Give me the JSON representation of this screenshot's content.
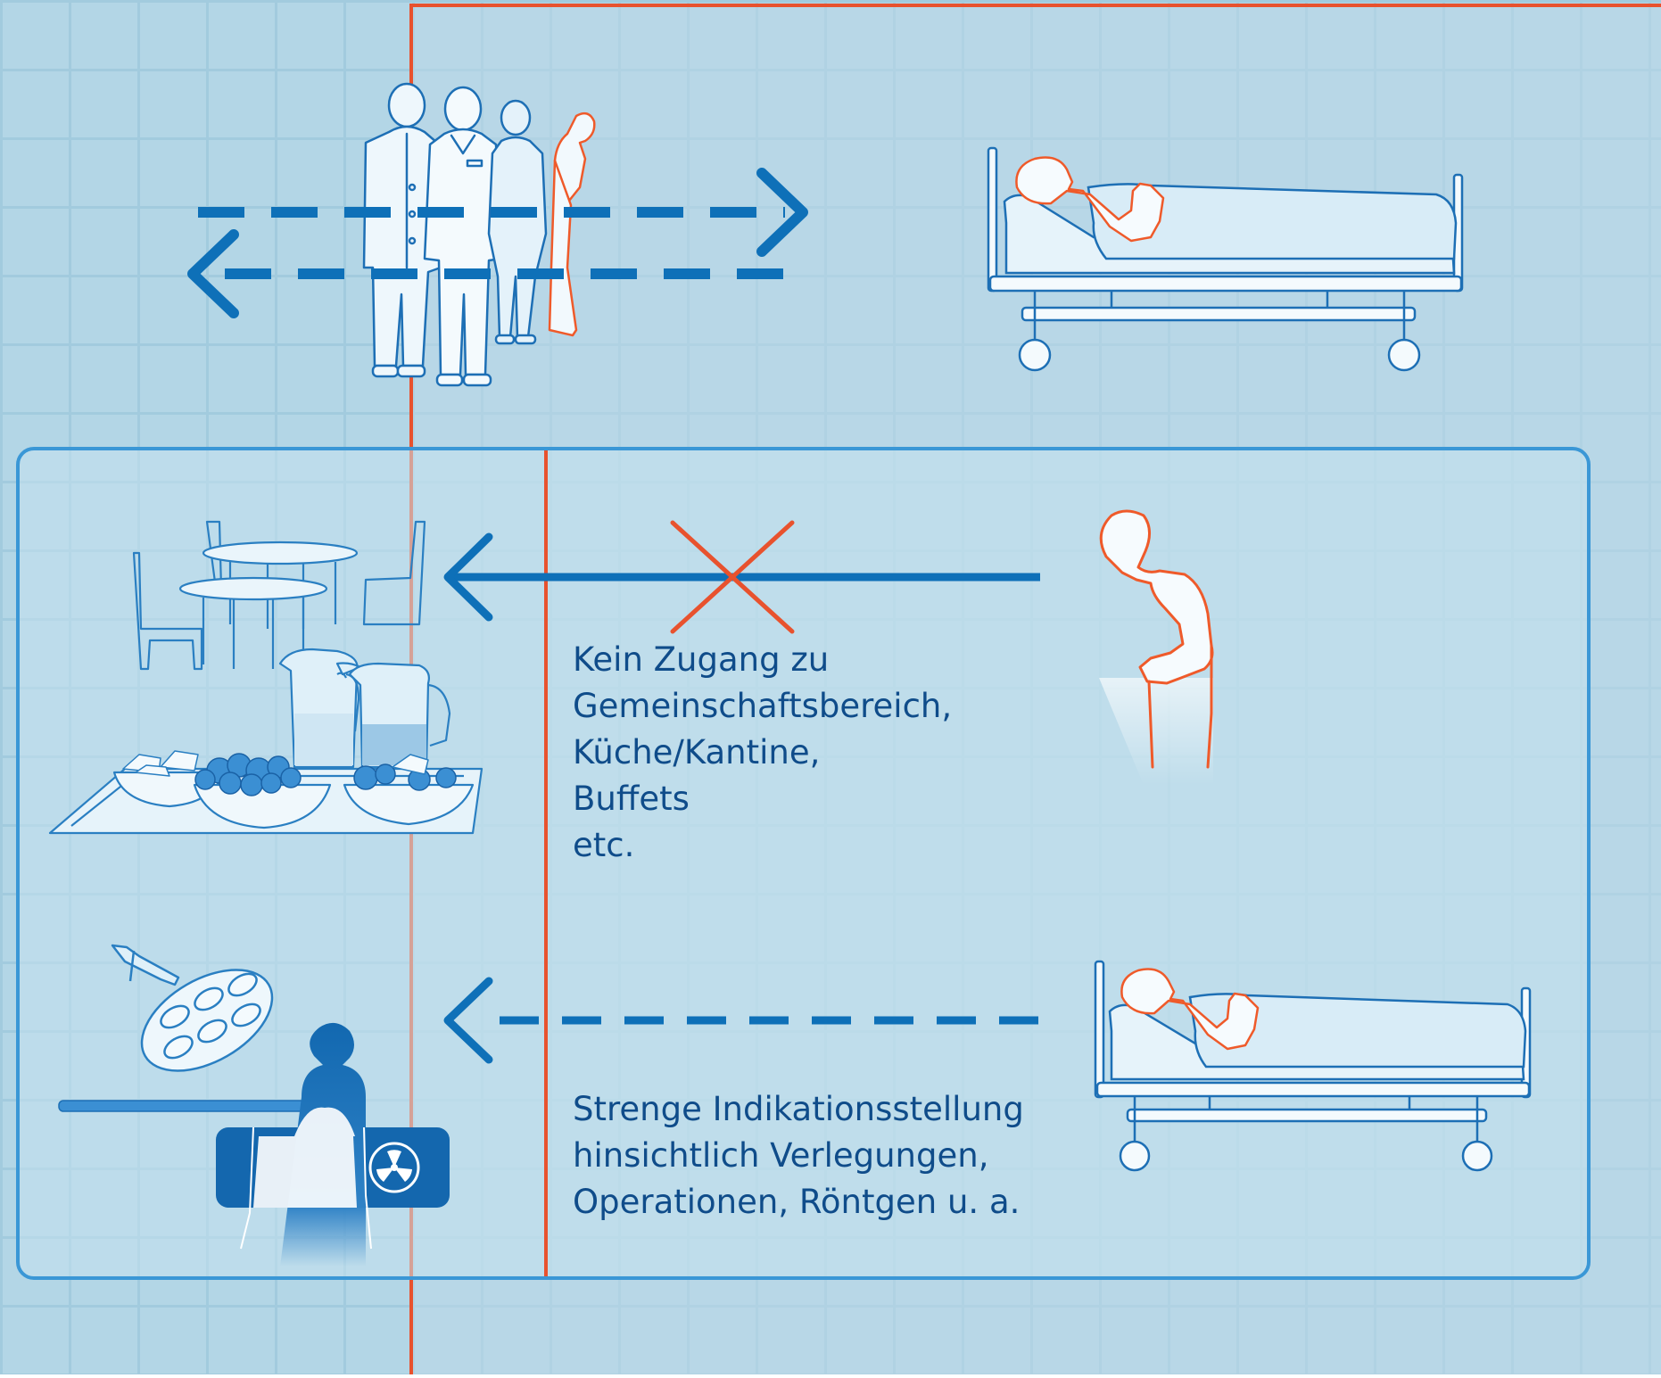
{
  "colors": {
    "background": "#b3d6e6",
    "grid": "#a2cbde",
    "isolation_zone": "#bdd9e8",
    "box_fill": "#c4e1ef",
    "box_border": "#3a97d6",
    "arrow_blue": "#0e70b8",
    "barrier_red": "#e8522e",
    "text": "#0f4c8a",
    "figure_outline": "#1d6fb5",
    "figure_fill": "#e9f5fb",
    "patient_outline": "#ef5a2a"
  },
  "icons": {
    "staff": "staff-group-icon",
    "patient_standing": "standing-patient-icon",
    "bed": "hospital-bed-icon",
    "dining": "dining-area-icon",
    "no_access": "cross-mark-icon",
    "operating": "operating-lamp-icon",
    "xray": "radiation-icon"
  },
  "annotations": {
    "no_access_lines": [
      "Kein Zugang zu",
      "Gemeinschaftsbereich,",
      "Küche/Kantine,",
      "Buffets",
      "etc."
    ],
    "indication_lines": [
      "Strenge Indikationsstellung",
      "hinsichtlich Verlegungen,",
      "Operationen, Röntgen u. a."
    ]
  }
}
